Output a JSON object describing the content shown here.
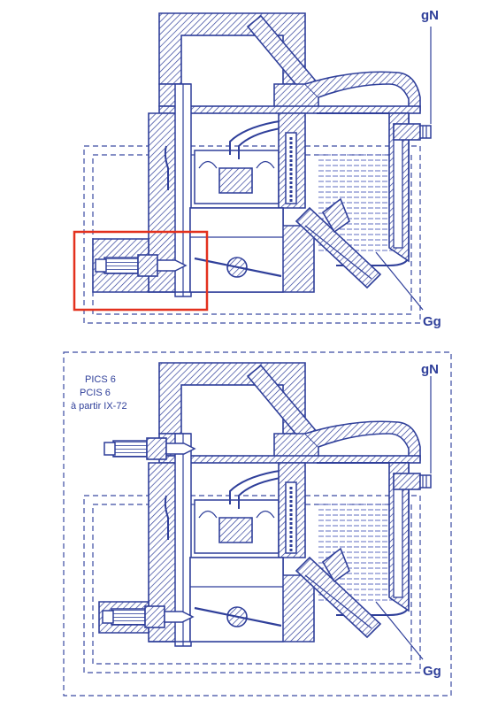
{
  "diagram_top": {
    "label_gN": "gN",
    "label_Gg": "Gg"
  },
  "diagram_bottom": {
    "label_gN": "gN",
    "label_Gg": "Gg",
    "note_lines": [
      "PICS 6",
      "PCIS 6",
      "à partir IX-72"
    ]
  },
  "colors": {
    "ink": "#2f3f9a",
    "highlight": "#e3311e",
    "background": "#ffffff"
  }
}
